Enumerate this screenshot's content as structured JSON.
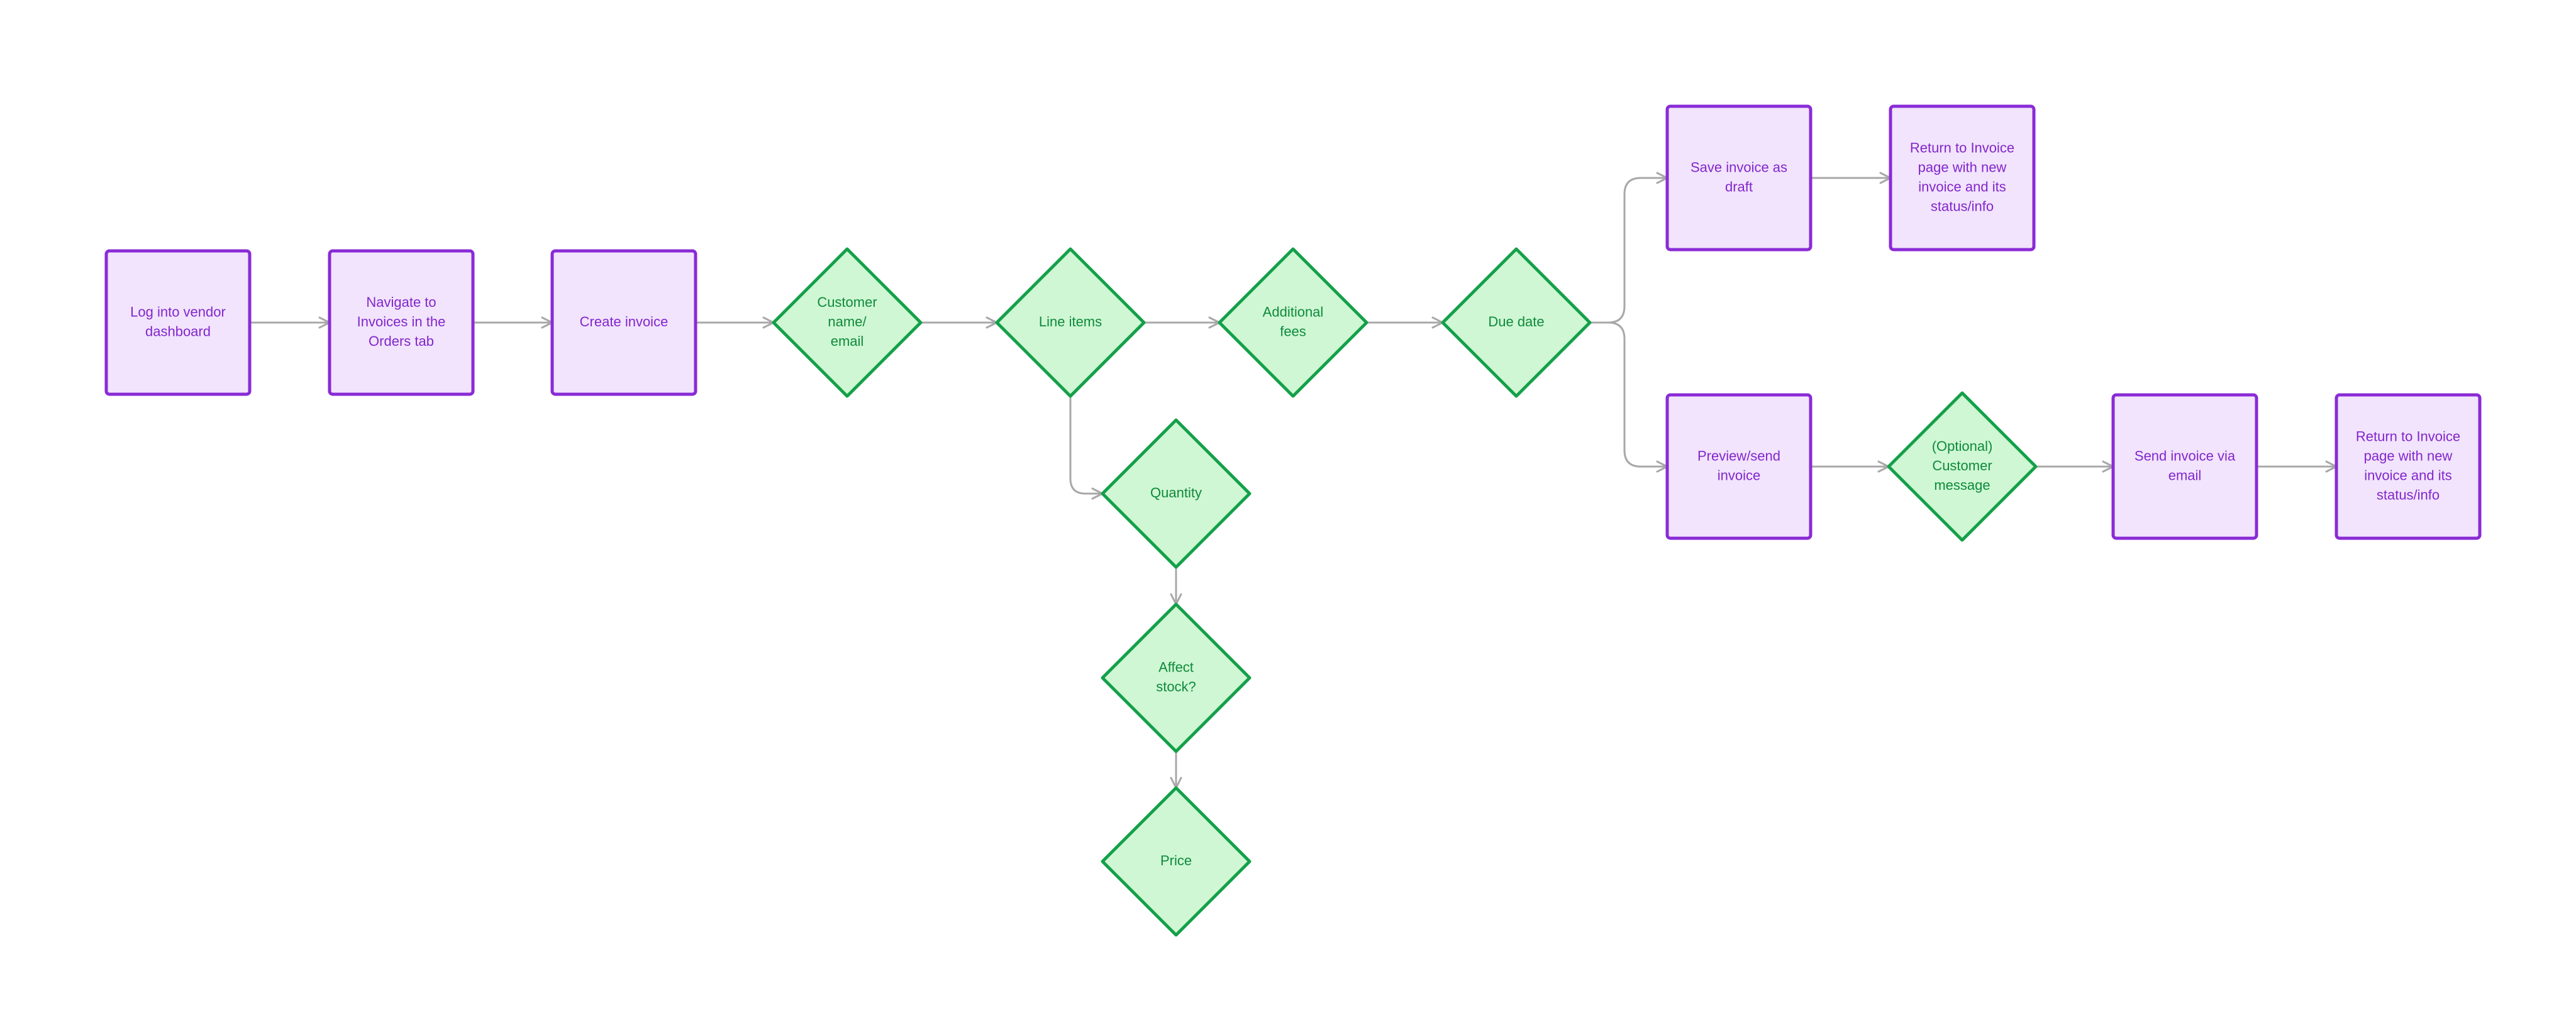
{
  "colors": {
    "process_fill": "#F1E4FC",
    "process_stroke": "#8A2BD6",
    "process_text": "#8326CC",
    "decision_fill": "#CFF7D3",
    "decision_stroke": "#14A04A",
    "decision_text": "#0E8A3C",
    "connector": "#A8A8A8",
    "background": "#FFFFFF"
  },
  "nodes": [
    {
      "id": "login",
      "type": "process",
      "lines": [
        "Log into vendor",
        "dashboard"
      ]
    },
    {
      "id": "navigate",
      "type": "process",
      "lines": [
        "Navigate to",
        "Invoices in the",
        "Orders tab"
      ]
    },
    {
      "id": "create",
      "type": "process",
      "lines": [
        "Create invoice"
      ]
    },
    {
      "id": "customer",
      "type": "decision",
      "lines": [
        "Customer",
        "name/",
        "email"
      ]
    },
    {
      "id": "line_items",
      "type": "decision",
      "lines": [
        "Line items"
      ]
    },
    {
      "id": "additional_fees",
      "type": "decision",
      "lines": [
        "Additional",
        "fees"
      ]
    },
    {
      "id": "due_date",
      "type": "decision",
      "lines": [
        "Due date"
      ]
    },
    {
      "id": "save_draft",
      "type": "process",
      "lines": [
        "Save invoice as",
        "draft"
      ]
    },
    {
      "id": "return_top",
      "type": "process",
      "lines": [
        "Return to Invoice",
        "page with new",
        "invoice and its",
        "status/info"
      ]
    },
    {
      "id": "preview",
      "type": "process",
      "lines": [
        "Preview/send",
        "invoice"
      ]
    },
    {
      "id": "customer_message",
      "type": "decision",
      "lines": [
        "(Optional)",
        "Customer",
        " message"
      ]
    },
    {
      "id": "send_email",
      "type": "process",
      "lines": [
        "Send invoice via",
        "email"
      ]
    },
    {
      "id": "return_bottom",
      "type": "process",
      "lines": [
        "Return to Invoice",
        "page with new",
        "invoice and its",
        "status/info"
      ]
    },
    {
      "id": "quantity",
      "type": "decision",
      "lines": [
        "Quantity"
      ]
    },
    {
      "id": "affect_stock",
      "type": "decision",
      "lines": [
        "Affect",
        "stock?"
      ]
    },
    {
      "id": "price",
      "type": "decision",
      "lines": [
        "Price"
      ]
    }
  ],
  "edges": [
    {
      "from": "login",
      "to": "navigate"
    },
    {
      "from": "navigate",
      "to": "create"
    },
    {
      "from": "create",
      "to": "customer"
    },
    {
      "from": "customer",
      "to": "line_items"
    },
    {
      "from": "line_items",
      "to": "additional_fees"
    },
    {
      "from": "additional_fees",
      "to": "due_date"
    },
    {
      "from": "due_date",
      "to": "save_draft"
    },
    {
      "from": "due_date",
      "to": "preview"
    },
    {
      "from": "save_draft",
      "to": "return_top"
    },
    {
      "from": "preview",
      "to": "customer_message"
    },
    {
      "from": "customer_message",
      "to": "send_email"
    },
    {
      "from": "send_email",
      "to": "return_bottom"
    },
    {
      "from": "line_items",
      "to": "quantity"
    },
    {
      "from": "quantity",
      "to": "affect_stock"
    },
    {
      "from": "affect_stock",
      "to": "price"
    }
  ]
}
